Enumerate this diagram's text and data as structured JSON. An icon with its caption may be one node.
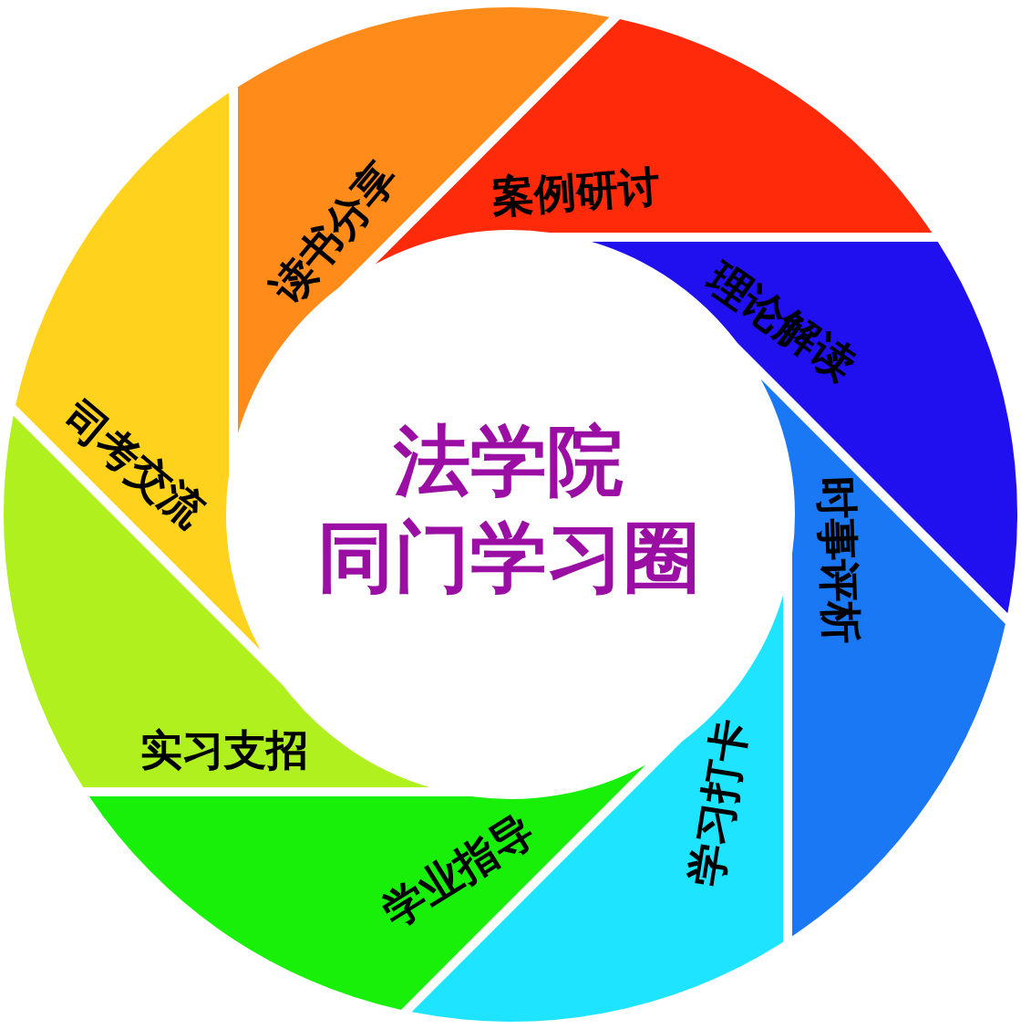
{
  "diagram": {
    "nodes": [
      {
        "text": [
          "法学院",
          "同门学习圈"
        ]
      },
      {
        "text": [
          "读书分享"
        ]
      },
      {
        "text": [
          "案例研讨"
        ]
      },
      {
        "text": [
          "理论解读"
        ]
      },
      {
        "text": [
          "时事评析"
        ]
      },
      {
        "text": [
          "学习打卡"
        ]
      },
      {
        "text": [
          "学业指导"
        ]
      },
      {
        "text": [
          "实习支招"
        ]
      },
      {
        "text": [
          "司考交流"
        ]
      }
    ]
  }
}
